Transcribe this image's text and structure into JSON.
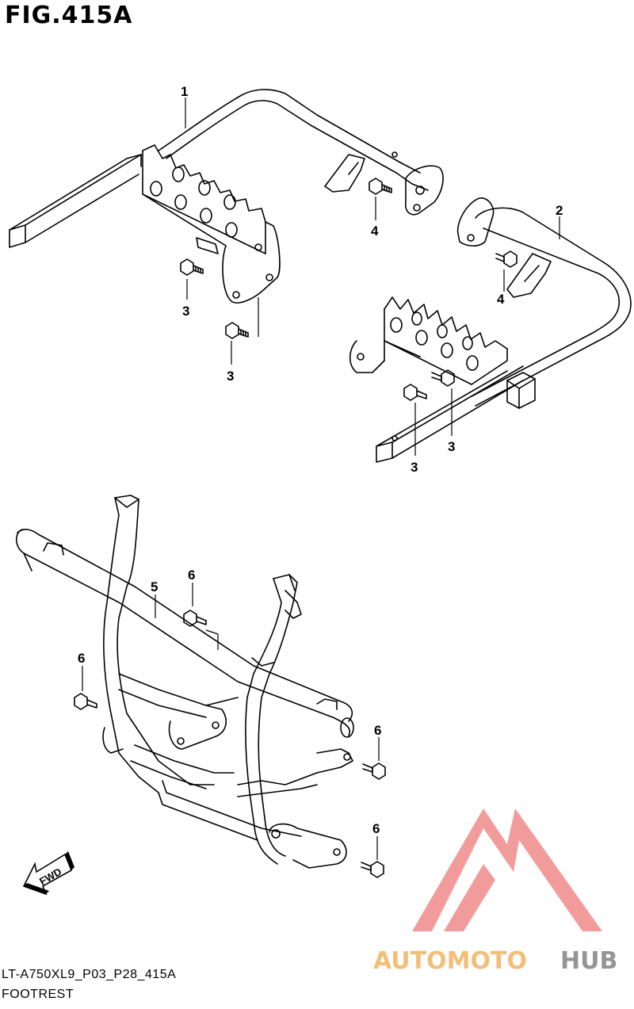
{
  "figure": {
    "title": "FIG.415A"
  },
  "callouts": [
    {
      "id": "1",
      "label": "1"
    },
    {
      "id": "2",
      "label": "2"
    },
    {
      "id": "3a",
      "label": "3"
    },
    {
      "id": "3b",
      "label": "3"
    },
    {
      "id": "3c",
      "label": "3"
    },
    {
      "id": "3d",
      "label": "3"
    },
    {
      "id": "4a",
      "label": "4"
    },
    {
      "id": "4b",
      "label": "4"
    },
    {
      "id": "5",
      "label": "5"
    },
    {
      "id": "6a",
      "label": "6"
    },
    {
      "id": "6b",
      "label": "6"
    },
    {
      "id": "6c",
      "label": "6"
    },
    {
      "id": "6d",
      "label": "6"
    }
  ],
  "direction_arrow": {
    "label": "FWD"
  },
  "footer": {
    "code": "LT-A750XL9_P03_P28_415A",
    "name": "FOOTREST"
  },
  "watermark": {
    "text_part1": "AUTOMOTO",
    "text_part2": "HUB",
    "color1": "#f2b96a",
    "color2": "#888888",
    "logo_color": "#f08080"
  }
}
